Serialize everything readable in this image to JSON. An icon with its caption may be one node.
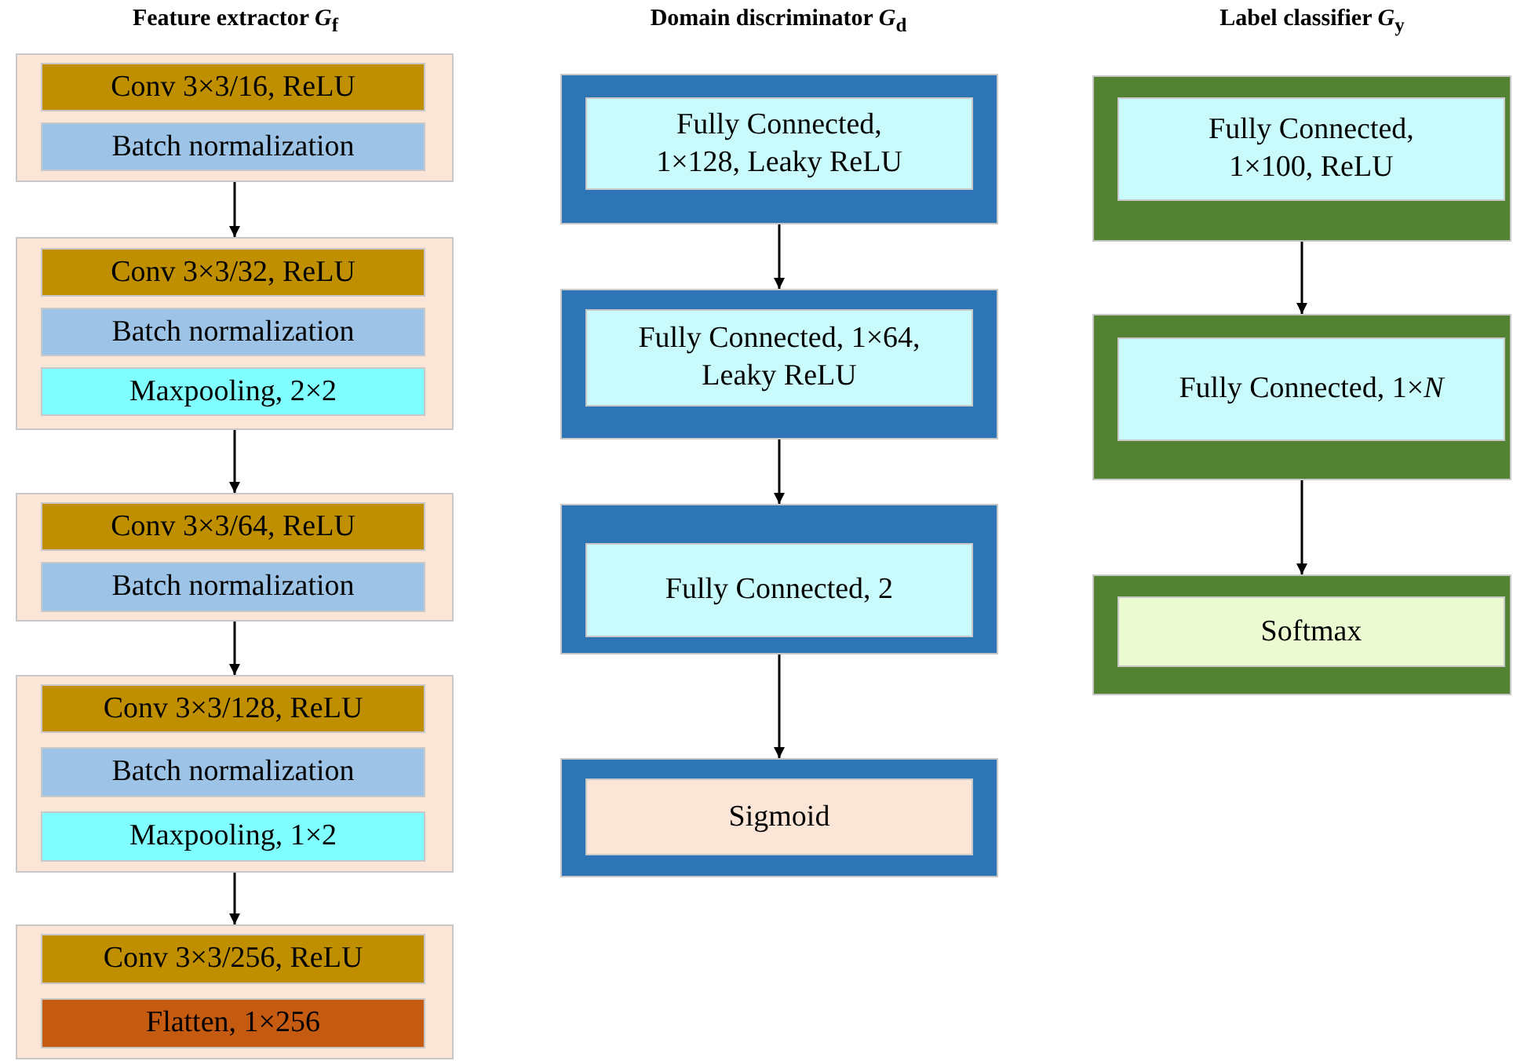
{
  "diagram": {
    "nodes": [
      {
        "text": [],
        "shape": "box"
      },
      {
        "text": [
          "Conv 3×3/16, ReLU"
        ],
        "in": 0
      },
      {
        "text": [
          "Batch normalization"
        ],
        "in": 0
      },
      {
        "text": [],
        "shape": "box"
      },
      {
        "text": [
          "Conv 3×3/32, ReLU"
        ],
        "in": 3
      },
      {
        "text": [
          "Batch normalization"
        ],
        "in": 3
      },
      {
        "text": [
          "Maxpooling, 2×2"
        ],
        "in": 3
      },
      {
        "text": [],
        "shape": "box"
      },
      {
        "text": [
          "Conv 3×3/64, ReLU"
        ],
        "in": 7
      },
      {
        "text": [
          "Batch normalization"
        ],
        "in": 7
      },
      {
        "text": [],
        "shape": "box"
      },
      {
        "text": [
          "Conv 3×3/128, ReLU"
        ],
        "in": 10
      },
      {
        "text": [
          "Batch normalization"
        ],
        "in": 10
      },
      {
        "text": [
          "Maxpooling, 1×2"
        ],
        "in": 10
      },
      {
        "text": [],
        "shape": "box"
      },
      {
        "text": [
          "Conv 3×3/256, ReLU"
        ],
        "in": 14
      },
      {
        "text": [
          "Flatten, 1×256"
        ],
        "in": 14
      },
      {
        "text": [],
        "shape": "box"
      },
      {
        "text": [
          "Fully Connected, 1×128, Leaky ReLU"
        ],
        "in": 17
      },
      {
        "text": [],
        "shape": "box"
      },
      {
        "text": [
          "Fully Connected, 1×64, Leaky ReLU"
        ],
        "in": 19
      },
      {
        "text": [],
        "shape": "box"
      },
      {
        "text": [
          "Fully Connected, 2"
        ],
        "in": 21
      },
      {
        "text": [],
        "shape": "box"
      },
      {
        "text": [
          "Sigmoid"
        ],
        "in": 23
      },
      {
        "text": [],
        "shape": "box"
      },
      {
        "text": [
          "Fully Connected, 1×100, ReLU"
        ],
        "in": 25
      },
      {
        "text": [],
        "shape": "box"
      },
      {
        "text": [
          "Fully Connected, 1×*N*"
        ],
        "in": 27
      },
      {
        "text": [],
        "shape": "box"
      },
      {
        "text": [
          "Softmax"
        ],
        "in": 29
      }
    ],
    "edges": [
      {
        "from": 0,
        "to": 3,
        "arrow": "to"
      },
      {
        "from": 3,
        "to": 7,
        "arrow": "to"
      },
      {
        "from": 7,
        "to": 10,
        "arrow": "to"
      },
      {
        "from": 10,
        "to": 14,
        "arrow": "to"
      },
      {
        "from": 17,
        "to": 19,
        "arrow": "to"
      },
      {
        "from": 19,
        "to": 21,
        "arrow": "to"
      },
      {
        "from": 21,
        "to": 23,
        "arrow": "to"
      },
      {
        "from": 25,
        "to": 27,
        "arrow": "to"
      },
      {
        "from": 27,
        "to": 29,
        "arrow": "to"
      }
    ],
    "labels": [
      "Feature extractor *G*$_{f}$",
      "Domain discriminator *G*$_{d}$",
      "Label classifier *G*$_{y}$"
    ]
  }
}
